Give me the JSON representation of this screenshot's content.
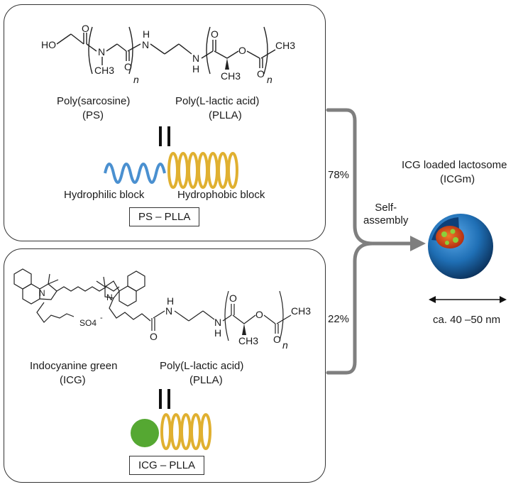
{
  "top_panel": {
    "name1": "Poly(sarcosine)",
    "abbr1": "(PS)",
    "name2": "Poly(L-lactic acid)",
    "abbr2": "(PLLA)",
    "block1": "Hydrophilic block",
    "block2": "Hydrophobic block",
    "box_label": "PS – PLLA",
    "atoms": {
      "ho": "HO",
      "o": "O",
      "n": "N",
      "ch3": "CH3",
      "h": "H",
      "sub_n": "n"
    }
  },
  "bottom_panel": {
    "name1": "Indocyanine green",
    "abbr1": "(ICG)",
    "name2": "Poly(L-lactic acid)",
    "abbr2": "(PLLA)",
    "box_label": "ICG – PLLA",
    "atoms": {
      "so4": "SO4",
      "so4_charge": "-",
      "o": "O",
      "n": "N",
      "ch3": "CH3",
      "h": "H",
      "sub_n": "n"
    }
  },
  "flow": {
    "pct_top": "78%",
    "pct_bottom": "22%",
    "process": "Self-\nassembly"
  },
  "product": {
    "title_line1": "ICG loaded lactosome",
    "title_line2": "(ICGm)",
    "size": "ca. 40 –50 nm"
  },
  "colors": {
    "hydrophilic": "#4a90d0",
    "hydrophobic": "#e0b030",
    "icg_sphere": "#55a832",
    "arrow": "#7f7f7f",
    "shell": "#1f6fb5",
    "core": "#d0401a"
  }
}
